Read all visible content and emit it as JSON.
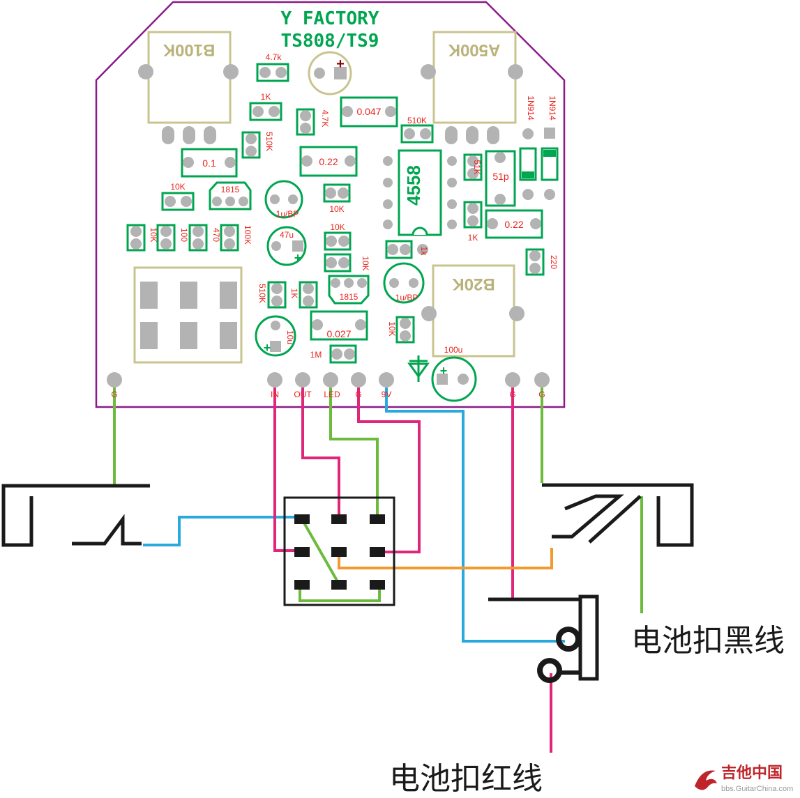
{
  "board": {
    "brand_line1": "Y FACTORY",
    "brand_line2": "TS808/TS9",
    "colors": {
      "outline": "#8b1a89",
      "silkscreen_green": "#00a550",
      "silkscreen_red": "#e8241c",
      "pot_outline": "#c9c48f",
      "pad": "#b3b3b3",
      "wire_pink": "#e0267a",
      "wire_green": "#6cbb3c",
      "wire_blue": "#2aa9df",
      "wire_orange": "#f29a2e"
    }
  },
  "pots": {
    "b100k": "B100K",
    "a500k": "A500K",
    "b20k": "B20K"
  },
  "ic": {
    "label": "4558"
  },
  "components": {
    "r_4k7_top": "4.7k",
    "r_1k_a": "1K",
    "r_4k7_b": "4.7K",
    "c_0047": "0.047",
    "r_510k_a": "510K",
    "d_1n914_a": "1N914",
    "d_1n914_b": "1N914",
    "r_510k_b": "510K",
    "c_01": "0.1",
    "c_022_a": "0.22",
    "r_51k": "51K",
    "c_51p": "51p",
    "r_10k_a": "10K",
    "q_1815_a": "1815",
    "c_1ubp_a": "1u/BP",
    "r_10k_b": "10K",
    "c_022_b": "0.22",
    "r_10k_c": "10K",
    "r_100": "100",
    "r_470": "470",
    "r_100k": "100K",
    "c_47u": "47u",
    "r_10k_d": "10K",
    "r_1k_b": "1K",
    "r_1k_c": "1k",
    "r_220": "220",
    "r_10k_e": "10K",
    "r_510k_c": "510K",
    "r_1k_d": "1K",
    "q_1815_b": "1815",
    "c_1ubp_b": "1u/BP",
    "c_10u": "10u",
    "c_0027": "0.027",
    "r_10k_f": "10K",
    "r_1m": "1M",
    "c_100u": "100u"
  },
  "pads": {
    "g_left": "G",
    "in": "IN",
    "out": "OUT",
    "led": "LED",
    "g_mid": "G",
    "v9": "9V",
    "g_r1": "G",
    "g_r2": "G"
  },
  "annotations": {
    "battery_black": "电池扣黑线",
    "battery_red": "电池扣红线"
  },
  "watermark": {
    "brand": "吉他中国",
    "url": "bbs.GuitarChina.com"
  }
}
